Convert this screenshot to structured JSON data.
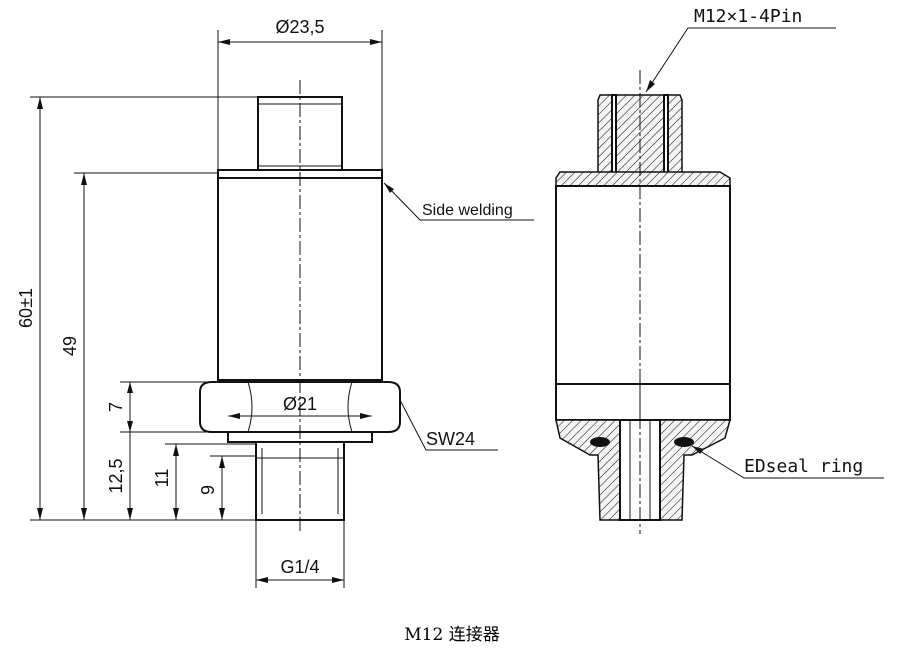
{
  "dimensions": {
    "top_diameter": "Ø23,5",
    "total_height": "60±1",
    "body_height": "49",
    "hex_height": "7",
    "thread_total": "12,5",
    "thread_mid": "11",
    "thread_length": "9",
    "hex_diameter": "Ø21",
    "thread_size": "G1/4"
  },
  "annotations": {
    "side_welding": "Side welding",
    "wrench_size": "SW24",
    "connector_spec": "M12×1-4Pin",
    "seal_ring": "EDseal ring"
  },
  "caption": "M12 连接器"
}
